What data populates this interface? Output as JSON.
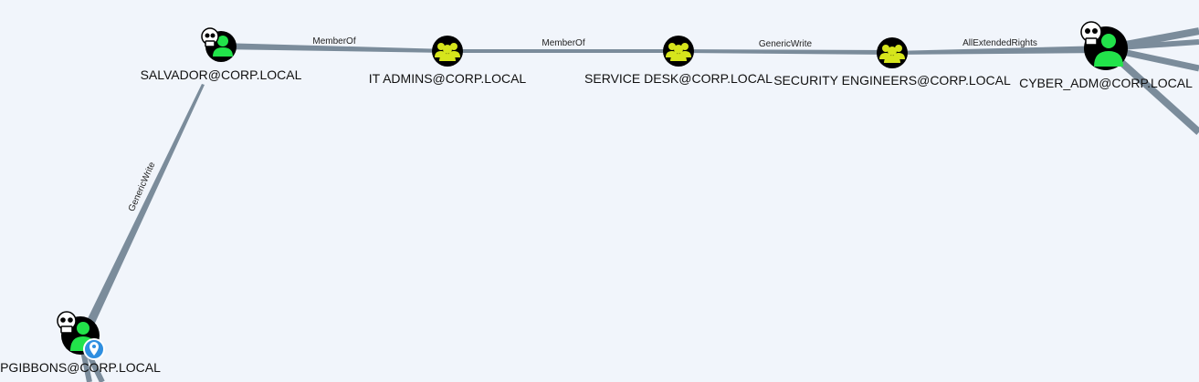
{
  "colors": {
    "background": "#f1f5fb",
    "edge": "#7b8c9b",
    "user_icon": "#22e34a",
    "group_icon": "#d6e51c",
    "node_fill": "#000000",
    "pin": "#2f8fe0"
  },
  "nodes": [
    {
      "id": "salvador",
      "label": "SALVADOR@CORP.LOCAL",
      "kind": "user",
      "icon": "user-icon",
      "badges": [
        "skull-icon"
      ]
    },
    {
      "id": "itadmins",
      "label": "IT ADMINS@CORP.LOCAL",
      "kind": "group",
      "icon": "group-icon",
      "badges": []
    },
    {
      "id": "servicedesk",
      "label": "SERVICE DESK@CORP.LOCAL",
      "kind": "group",
      "icon": "group-icon",
      "badges": []
    },
    {
      "id": "secengineers",
      "label": "SECURITY ENGINEERS@CORP.LOCAL",
      "kind": "group",
      "icon": "group-icon",
      "badges": []
    },
    {
      "id": "cyberadm",
      "label": "CYBER_ADM@CORP.LOCAL",
      "kind": "user",
      "icon": "user-icon",
      "badges": [
        "skull-icon"
      ]
    },
    {
      "id": "pgibbons",
      "label": "PGIBBONS@CORP.LOCAL",
      "kind": "user",
      "icon": "user-icon",
      "badges": [
        "skull-icon",
        "pin-icon"
      ]
    }
  ],
  "edges": [
    {
      "from": "salvador",
      "to": "itadmins",
      "label": "MemberOf"
    },
    {
      "from": "itadmins",
      "to": "servicedesk",
      "label": "MemberOf"
    },
    {
      "from": "servicedesk",
      "to": "secengineers",
      "label": "GenericWrite"
    },
    {
      "from": "secengineers",
      "to": "cyberadm",
      "label": "AllExtendedRights"
    },
    {
      "from": "pgibbons",
      "to": "salvador",
      "label": "GenericWrite"
    }
  ]
}
